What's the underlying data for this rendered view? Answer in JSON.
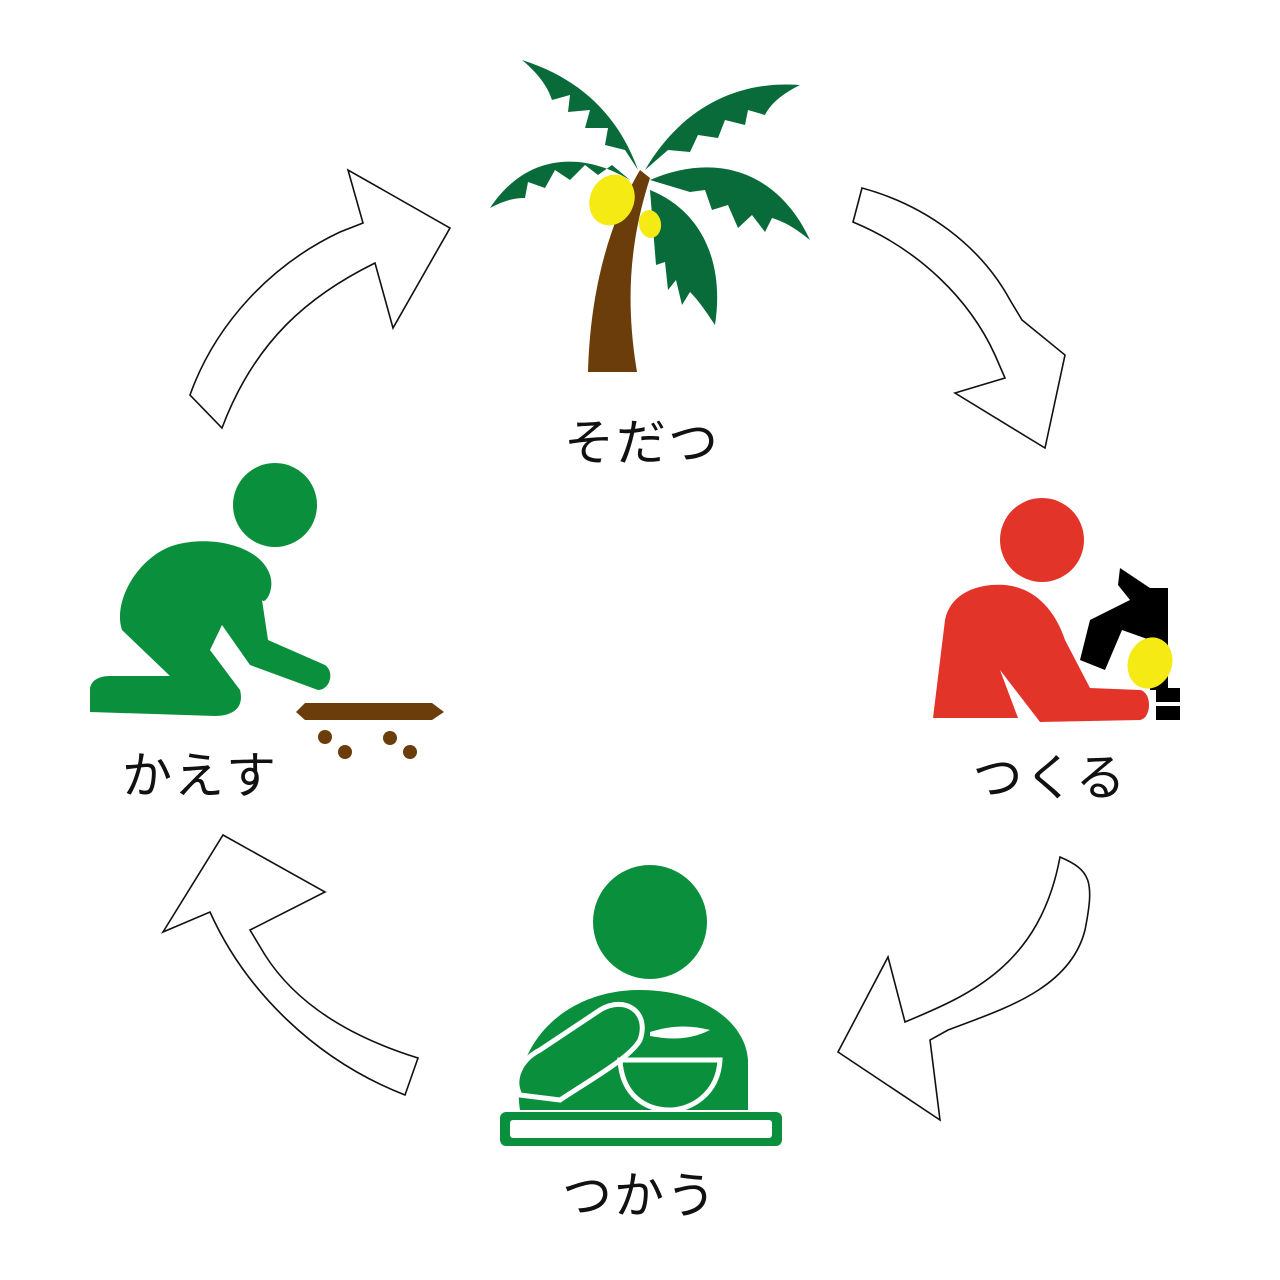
{
  "stages": [
    {
      "key": "grow",
      "label": "そだつ",
      "icon": "palm-tree-icon"
    },
    {
      "key": "make",
      "label": "つくる",
      "icon": "microscope-researcher-icon"
    },
    {
      "key": "use",
      "label": "つかう",
      "icon": "person-eating-bowl-icon"
    },
    {
      "key": "return",
      "label": "かえす",
      "icon": "kneeling-planter-icon"
    }
  ],
  "cycle": {
    "arrows": 4,
    "direction": "clockwise"
  },
  "colors": {
    "green": "#0a903c",
    "palm_leaf": "#0a6b3a",
    "trunk": "#6b3d0a",
    "coconut": "#f5ea14",
    "red": "#e3342a",
    "black": "#000000",
    "soil": "#6b3d0a",
    "arrow_fill": "#ffffff",
    "arrow_stroke": "#111111"
  }
}
